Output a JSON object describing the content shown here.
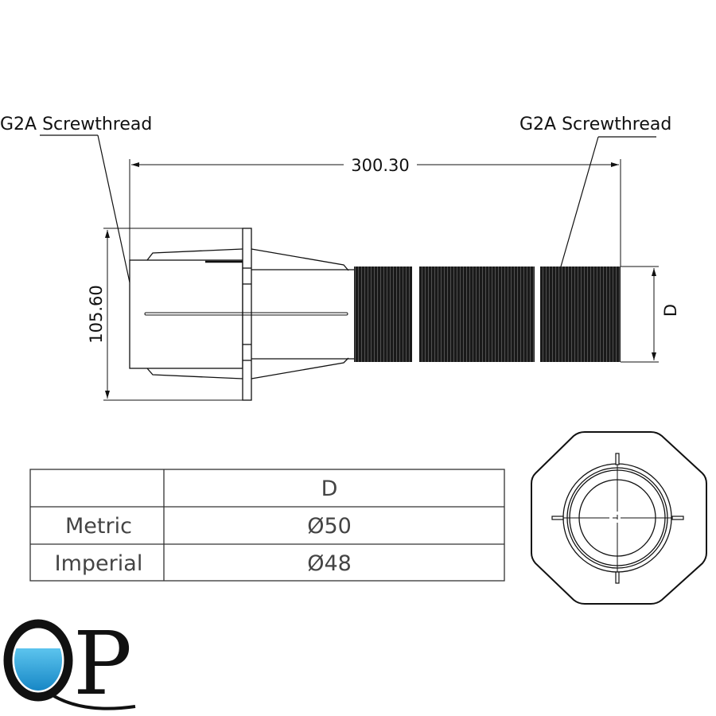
{
  "labels": {
    "left_thread": "G2A Screwthread",
    "right_thread": "G2A Screwthread"
  },
  "dimensions": {
    "length": "300.30",
    "height": "105.60",
    "diameter_label": "D"
  },
  "table": {
    "header": [
      "",
      "D"
    ],
    "rows": [
      {
        "label": "Metric",
        "value": "Ø50"
      },
      {
        "label": "Imperial",
        "value": "Ø48"
      }
    ]
  },
  "logo": {
    "text": "QP",
    "q": "Q",
    "p": "P"
  },
  "colors": {
    "line": "#111111",
    "thread": "#1a1a1a",
    "water": "#1e9ad6"
  }
}
